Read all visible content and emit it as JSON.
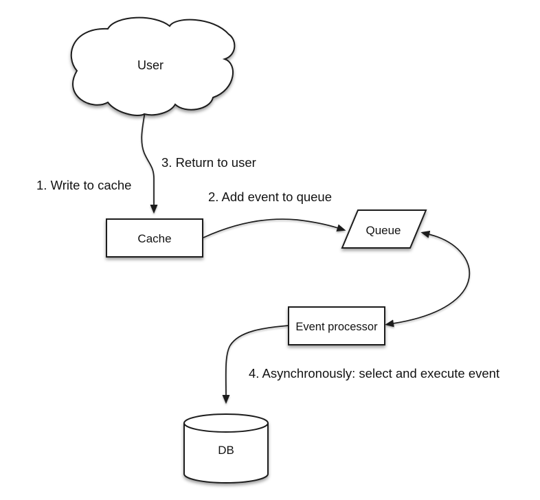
{
  "diagram": {
    "type": "flow-diagram",
    "background_color": "#ffffff",
    "shape_fill": "#ffffff",
    "line_color": "#1a1a1a",
    "text_color": "#121212",
    "nodes": {
      "user": {
        "label": "User",
        "shape": "cloud"
      },
      "cache": {
        "label": "Cache",
        "shape": "rectangle"
      },
      "queue": {
        "label": "Queue",
        "shape": "parallelogram"
      },
      "event_processor": {
        "label": "Event processor",
        "shape": "rectangle"
      },
      "db": {
        "label": "DB",
        "shape": "cylinder"
      }
    },
    "annotations": {
      "step1": "1. Write to cache",
      "step2": "2. Add event to queue",
      "step3": "3. Return to user",
      "step4": "4. Asynchronously: select and execute event"
    },
    "edges": [
      {
        "from": "user",
        "to": "cache",
        "arrow": "to"
      },
      {
        "from": "cache",
        "to": "queue",
        "arrow": "to"
      },
      {
        "from": "queue",
        "to": "event_processor",
        "arrow": "both"
      },
      {
        "from": "event_processor",
        "to": "db",
        "arrow": "to"
      }
    ]
  }
}
